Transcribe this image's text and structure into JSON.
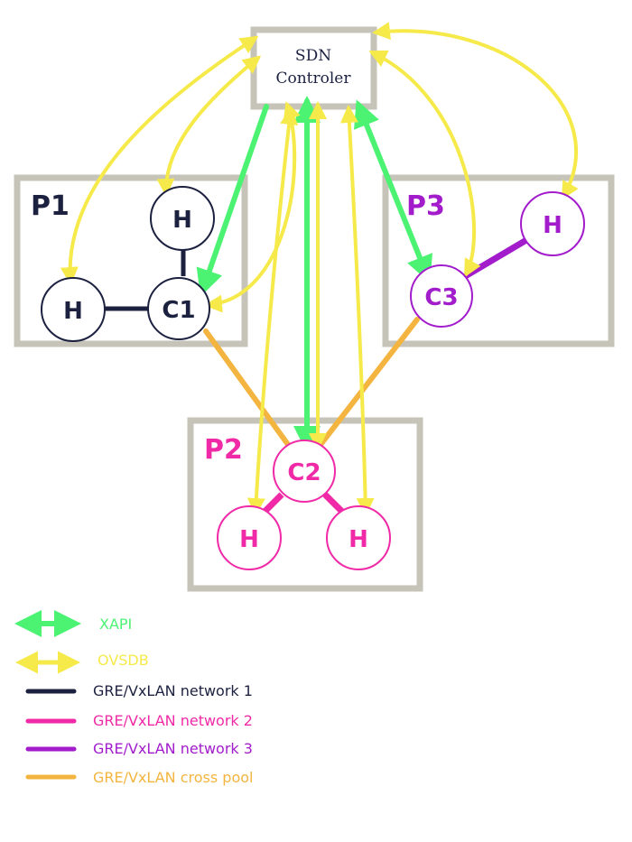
{
  "controller": {
    "line1": "SDN",
    "line2": "Controler"
  },
  "pools": [
    {
      "label": "P1",
      "color": "#1c2140"
    },
    {
      "label": "P2",
      "color": "#f02aa6"
    },
    {
      "label": "P3",
      "color": "#a21ccc"
    }
  ],
  "nodes": {
    "c1": "C1",
    "c2": "C2",
    "c3": "C3",
    "host": "H"
  },
  "colors": {
    "box": "#c6c3b8",
    "xapi": "#4cf373",
    "ovsdb": "#f6ea4a",
    "net1": "#1c2140",
    "net2": "#f02aa6",
    "net3": "#a21ccc",
    "cross": "#f3b53f"
  },
  "legend": [
    {
      "label": "XAPI",
      "color": "#4cf373",
      "kind": "double-arrow"
    },
    {
      "label": "OVSDB",
      "color": "#f6ea4a",
      "kind": "double-arrow"
    },
    {
      "label": "GRE/VxLAN network 1",
      "color": "#1c2140",
      "kind": "line"
    },
    {
      "label": "GRE/VxLAN network 2",
      "color": "#f02aa6",
      "kind": "line"
    },
    {
      "label": "GRE/VxLAN network 3",
      "color": "#a21ccc",
      "kind": "line"
    },
    {
      "label": "GRE/VxLAN cross pool",
      "color": "#f3b53f",
      "kind": "line"
    }
  ]
}
